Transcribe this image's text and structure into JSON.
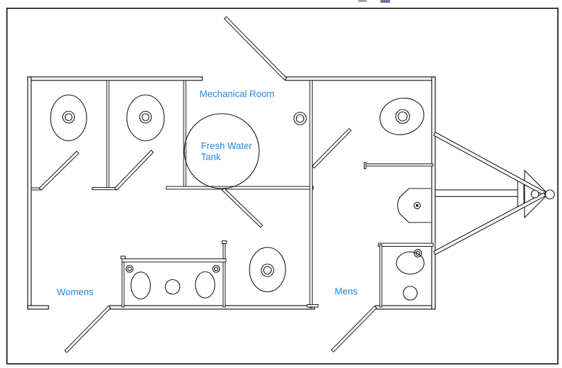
{
  "colors": {
    "background": "#ffffff",
    "frame": "#3c3c3c",
    "line": "#141414",
    "label": "#2186e8"
  },
  "labels": {
    "mechanical_room": "Mechanical Room",
    "fresh_water_tank": [
      "Fresh Water",
      "Tank"
    ],
    "womens": "Womens",
    "mens": "Mens"
  }
}
